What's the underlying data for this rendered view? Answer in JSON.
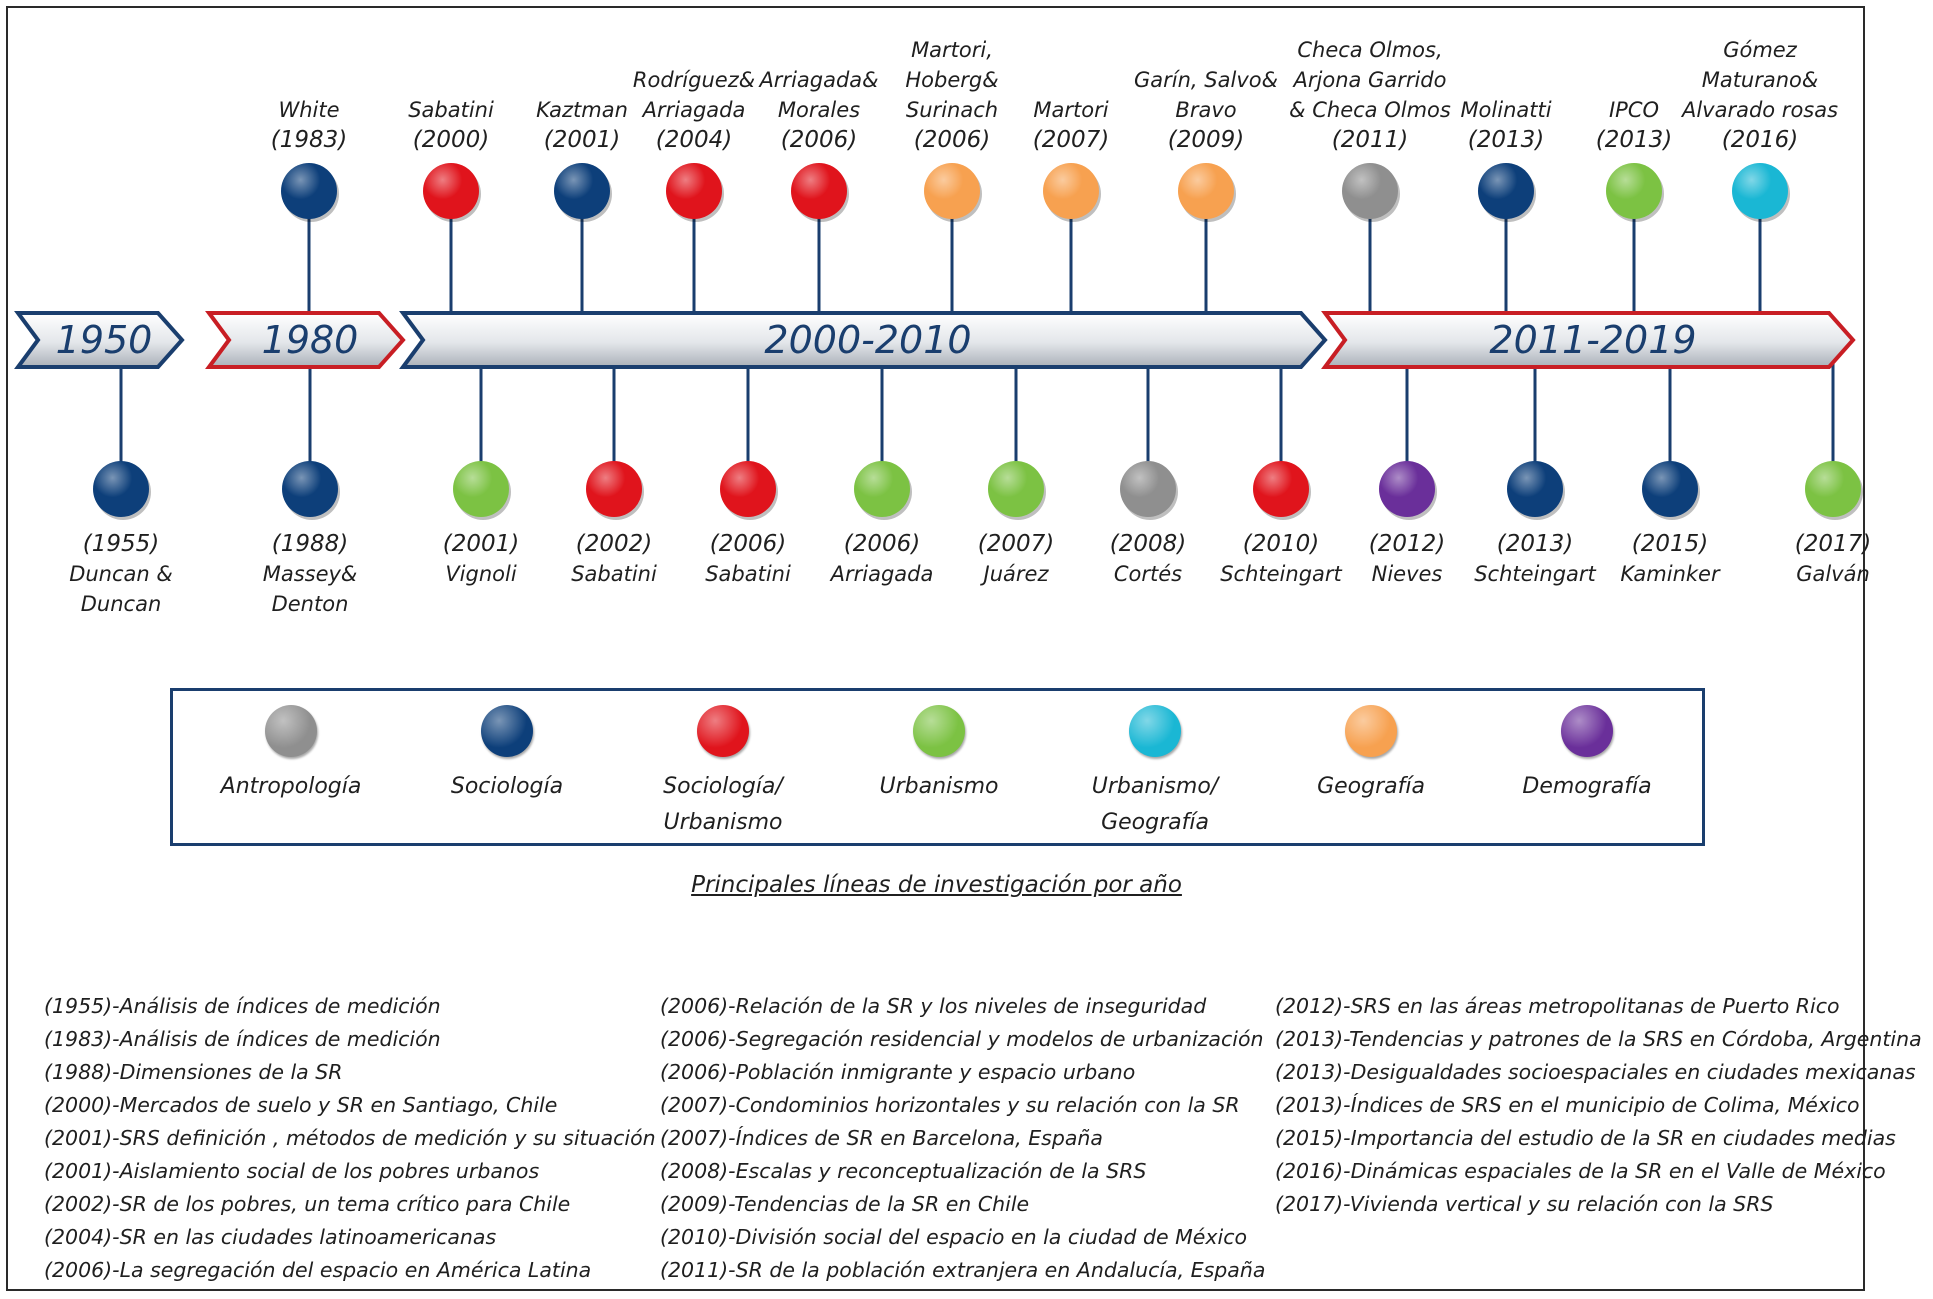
{
  "colors": {
    "antropologia": "#8f8f8f",
    "sociologia": "#0d3f7a",
    "sociologia_urbanismo": "#e0141c",
    "urbanismo": "#7cc243",
    "urbanismo_geografia": "#1ab7d4",
    "geografia": "#f7a150",
    "demografia": "#6a2f9a",
    "band_blue": "#1a3e6e",
    "band_red": "#c81e24"
  },
  "periods": [
    {
      "label": "1950",
      "border": "blue"
    },
    {
      "label": "1980",
      "border": "red"
    },
    {
      "label": "2000-2010",
      "border": "blue"
    },
    {
      "label": "2011-2019",
      "border": "red"
    }
  ],
  "top_events": [
    {
      "lines": [
        "White"
      ],
      "year": "(1983)",
      "color": "sociologia"
    },
    {
      "lines": [
        "Sabatini"
      ],
      "year": "(2000)",
      "color": "sociologia_urbanismo"
    },
    {
      "lines": [
        "Kaztman"
      ],
      "year": "(2001)",
      "color": "sociologia"
    },
    {
      "lines": [
        "Rodríguez&",
        "Arriagada"
      ],
      "year": "(2004)",
      "color": "sociologia_urbanismo"
    },
    {
      "lines": [
        "Arriagada&",
        "Morales"
      ],
      "year": "(2006)",
      "color": "sociologia_urbanismo"
    },
    {
      "lines": [
        "Martori,",
        "Hoberg&",
        "Surinach"
      ],
      "year": "(2006)",
      "color": "geografia"
    },
    {
      "lines": [
        "Martori"
      ],
      "year": "(2007)",
      "color": "geografia"
    },
    {
      "lines": [
        "Garín, Salvo&",
        "Bravo"
      ],
      "year": "(2009)",
      "color": "geografia"
    },
    {
      "lines": [
        "Checa Olmos,",
        "Arjona Garrido",
        "& Checa Olmos"
      ],
      "year": "(2011)",
      "color": "antropologia"
    },
    {
      "lines": [
        "Molinatti"
      ],
      "year": "(2013)",
      "color": "sociologia"
    },
    {
      "lines": [
        "IPCO"
      ],
      "year": "(2013)",
      "color": "urbanismo"
    },
    {
      "lines": [
        "Gómez",
        "Maturano&",
        "Alvarado rosas"
      ],
      "year": "(2016)",
      "color": "urbanismo_geografia"
    }
  ],
  "bottom_events": [
    {
      "year": "(1955)",
      "lines": [
        "Duncan &",
        "Duncan"
      ],
      "color": "sociologia"
    },
    {
      "year": "(1988)",
      "lines": [
        "Massey&",
        "Denton"
      ],
      "color": "sociologia"
    },
    {
      "year": "(2001)",
      "lines": [
        "Vignoli"
      ],
      "color": "urbanismo"
    },
    {
      "year": "(2002)",
      "lines": [
        "Sabatini"
      ],
      "color": "sociologia_urbanismo"
    },
    {
      "year": "(2006)",
      "lines": [
        "Sabatini"
      ],
      "color": "sociologia_urbanismo"
    },
    {
      "year": "(2006)",
      "lines": [
        "Arriagada"
      ],
      "color": "urbanismo"
    },
    {
      "year": "(2007)",
      "lines": [
        "Juárez"
      ],
      "color": "urbanismo"
    },
    {
      "year": "(2008)",
      "lines": [
        "Cortés"
      ],
      "color": "antropologia"
    },
    {
      "year": "(2010)",
      "lines": [
        "Schteingart"
      ],
      "color": "sociologia_urbanismo"
    },
    {
      "year": "(2012)",
      "lines": [
        "Nieves"
      ],
      "color": "demografia"
    },
    {
      "year": "(2013)",
      "lines": [
        "Schteingart"
      ],
      "color": "sociologia"
    },
    {
      "year": "(2015)",
      "lines": [
        "Kaminker"
      ],
      "color": "sociologia"
    },
    {
      "year": "(2017)",
      "lines": [
        "Galván"
      ],
      "color": "urbanismo"
    }
  ],
  "legend": [
    {
      "color": "antropologia",
      "lines": [
        "Antropología"
      ]
    },
    {
      "color": "sociologia",
      "lines": [
        "Sociología"
      ]
    },
    {
      "color": "sociologia_urbanismo",
      "lines": [
        "Sociología/",
        "Urbanismo"
      ]
    },
    {
      "color": "urbanismo",
      "lines": [
        "Urbanismo"
      ]
    },
    {
      "color": "urbanismo_geografia",
      "lines": [
        "Urbanismo/",
        "Geografía"
      ]
    },
    {
      "color": "geografia",
      "lines": [
        "Geografía"
      ]
    },
    {
      "color": "demografia",
      "lines": [
        "Demografía"
      ]
    }
  ],
  "caption": "Principales líneas de investigación por año",
  "notes_col1": [
    "(1955)-Análisis de índices de medición",
    "(1983)-Análisis de índices de medición",
    "(1988)-Dimensiones de la SR",
    "(2000)-Mercados de suelo y SR en Santiago, Chile",
    "(2001)-SRS definición , métodos de medición y su situación",
    "(2001)-Aislamiento social de los pobres urbanos",
    "(2002)-SR de los pobres, un tema crítico para Chile",
    "(2004)-SR en las ciudades latinoamericanas",
    "(2006)-La segregación del espacio en América Latina"
  ],
  "notes_col2": [
    "(2006)-Relación de la SR y los niveles de inseguridad",
    "(2006)-Segregación residencial y modelos de urbanización",
    "(2006)-Población inmigrante y espacio urbano",
    "(2007)-Condominios horizontales y su relación con la SR",
    "(2007)-Índices de SR en Barcelona, España",
    "(2008)-Escalas y reconceptualización de la SRS",
    "(2009)-Tendencias de la SR en Chile",
    "(2010)-División social del espacio en la ciudad de México",
    "(2011)-SR de la población extranjera en Andalucía, España"
  ],
  "notes_col3": [
    "(2012)-SRS en las áreas metropolitanas de Puerto Rico",
    "(2013)-Tendencias y patrones de la SRS en Córdoba, Argentina",
    "(2013)-Desigualdades socioespaciales en ciudades mexicanas",
    "(2013)-Índices de SRS en el municipio de Colima, México",
    "(2015)-Importancia del estudio de la SR en ciudades medias",
    "(2016)-Dinámicas espaciales de la SR en el Valle de México",
    "(2017)-Vivienda vertical y su relación con la SRS"
  ]
}
